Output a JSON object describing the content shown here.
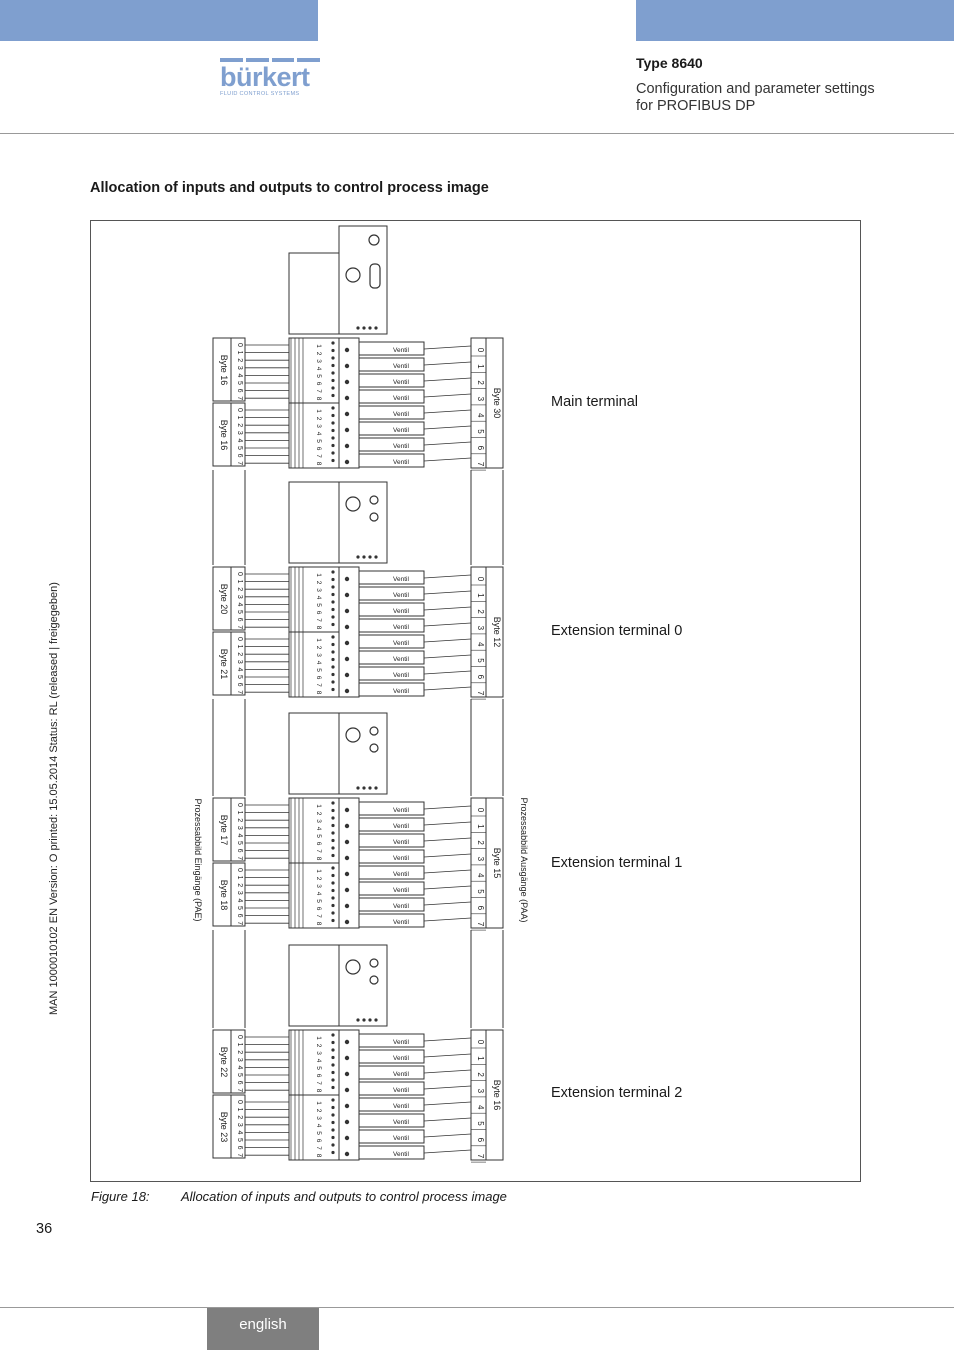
{
  "header": {
    "brand": "bürkert",
    "brand_sub": "FLUID CONTROL SYSTEMS",
    "doc_type": "Type 8640",
    "doc_subtitle": "Configuration and parameter settings for PROFIBUS DP"
  },
  "section": {
    "title": "Allocation of inputs and outputs to control process image"
  },
  "figure": {
    "left_axis_label": "Prozessabbild Eingänge (PAE)",
    "right_axis_label": "Prozessabbild Ausgänge (PAA)",
    "valve_label": "Ventil",
    "terminals": [
      {
        "name": "Main terminal",
        "output_byte": "Byte 30",
        "input_bytes": [
          "Byte 16",
          "Byte 16"
        ]
      },
      {
        "name": "Extension terminal 0",
        "output_byte": "Byte 12",
        "input_bytes": [
          "Byte 20",
          "Byte 21"
        ]
      },
      {
        "name": "Extension terminal 1",
        "output_byte": "Byte 15",
        "input_bytes": [
          "Byte 17",
          "Byte 18"
        ]
      },
      {
        "name": "Extension terminal 2",
        "output_byte": "Byte 16",
        "input_bytes": [
          "Byte 22",
          "Byte 23"
        ]
      }
    ]
  },
  "caption": {
    "number": "Figure 18:",
    "text": "Allocation of inputs and outputs to control process image"
  },
  "footer": {
    "page_number": "36",
    "language": "english",
    "side_note": "MAN  1000010102  EN  Version: O   printed: 15.05.2014 Status: RL (released | freigegeben)"
  }
}
